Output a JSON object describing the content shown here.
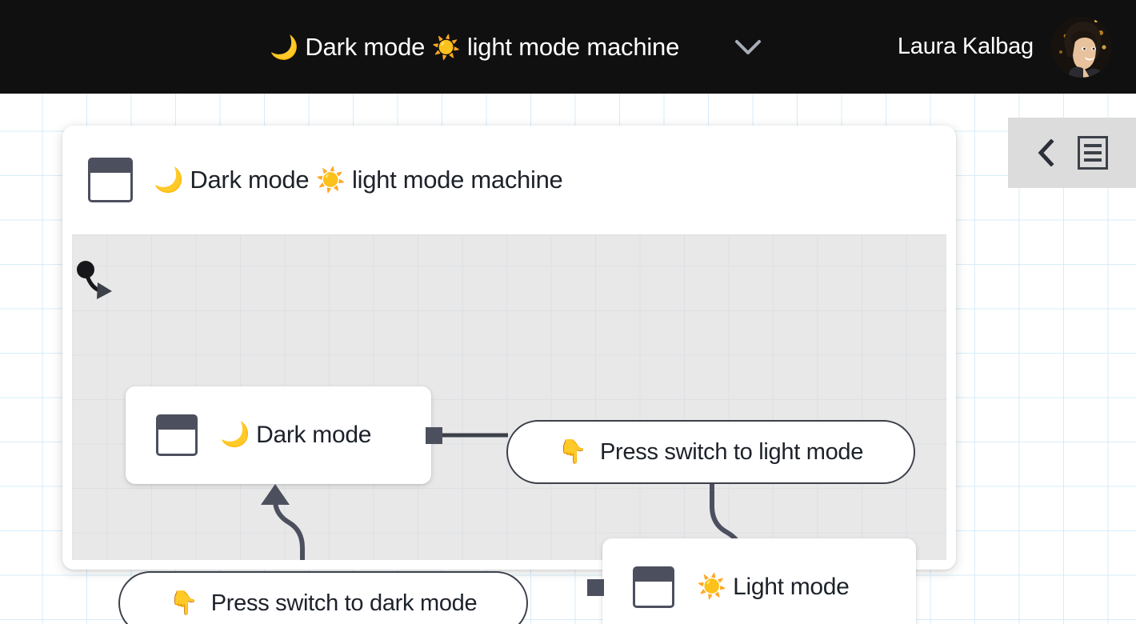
{
  "topbar": {
    "machine_title_prefix_emoji": "🌙",
    "machine_title_text_1": "Dark mode",
    "machine_title_mid_emoji": "☀️",
    "machine_title_text_2": "light mode machine",
    "machine_title_full": "🌙 Dark mode ☀️ light mode machine",
    "dropdown_icon": "chevron-down-icon",
    "user_name": "Laura Kalbag",
    "avatar_alt": "Laura Kalbag avatar",
    "background_color": "#101010",
    "text_color": "#ffffff"
  },
  "side_panel": {
    "collapse_icon": "chevron-left-icon",
    "panel_icon": "document-list-icon",
    "background_color": "#dcdcdc"
  },
  "machine": {
    "header": {
      "icon": "state-window-icon",
      "name_emoji_moon": "🌙",
      "name_text_1": "Dark mode",
      "name_emoji_sun": "☀️",
      "name_text_2": "light mode machine",
      "name_full": "🌙 Dark mode ☀️ light mode machine"
    },
    "canvas_color": "#e8e8e8",
    "card_color": "#ffffff",
    "states": [
      {
        "id": "dark",
        "icon": "state-window-icon",
        "emoji": "🌙",
        "label": "Dark mode",
        "initial": true
      },
      {
        "id": "light",
        "icon": "state-window-icon",
        "emoji": "☀️",
        "label": "Light mode",
        "initial": false
      }
    ],
    "events": [
      {
        "id": "to-light",
        "emoji": "👇",
        "label": "Press switch to light mode",
        "from": "dark",
        "to": "light"
      },
      {
        "id": "to-dark",
        "emoji": "👇",
        "label": "Press switch to dark mode",
        "from": "light",
        "to": "dark"
      }
    ],
    "colors": {
      "edge": "#4c505e",
      "node_border": "#3c4049",
      "grid": "#d6ecfa",
      "text": "#1d2129"
    }
  }
}
